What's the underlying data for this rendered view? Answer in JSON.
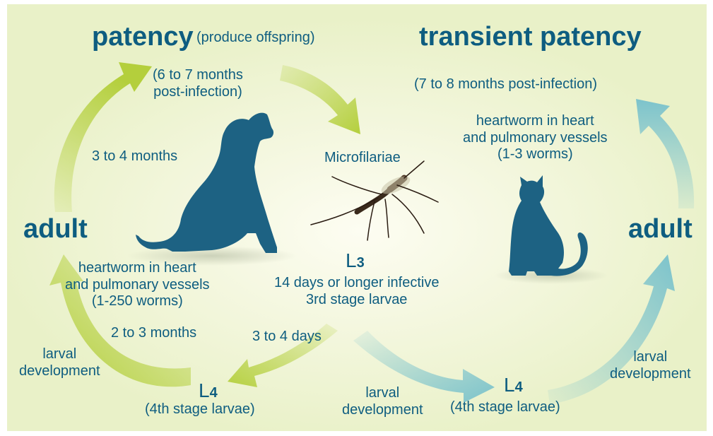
{
  "diagram": {
    "dog_cycle": {
      "patency_title": "patency",
      "patency_sub": "(produce offspring)",
      "patency_time": "(6 to 7 months\npost-infection)",
      "maturation_time": "3 to 4 months",
      "adult_label": "adult",
      "heartworm_note": "heartworm in heart\nand pulmonary vessels\n(1-250 worms)",
      "l4_molt_time": "2 to 3 months",
      "larval_development": "larval\ndevelopment",
      "l4_symbol": "L",
      "l4_sub": "4",
      "l4_caption": "(4th stage larvae)"
    },
    "mosquito": {
      "microfilariae_label": "Microfilariae",
      "l3_symbol": "L",
      "l3_sub": "3",
      "l3_caption": "14 days or longer infective\n3rd stage larvae",
      "transmission_time": "3 to 4 days",
      "larval_development": "larval\ndevelopment"
    },
    "cat_cycle": {
      "patency_title": "transient patency",
      "patency_time": "(7 to 8 months post-infection)",
      "heartworm_note": "heartworm in heart\nand pulmonary vessels\n(1-3 worms)",
      "adult_label": "adult",
      "larval_development": "larval\ndevelopment",
      "l4_symbol": "L",
      "l4_sub": "4",
      "l4_caption": "(4th stage larvae)"
    }
  },
  "colors": {
    "text": "#0e5d80",
    "silhouette": "#1d6283",
    "green_arrow": "#b4cf3c",
    "teal_arrow": "#7cc3cc",
    "background": "#eef4d4"
  },
  "icons": [
    "dog-silhouette-icon",
    "cat-silhouette-icon",
    "mosquito-icon",
    "cycle-arrow-icon"
  ]
}
